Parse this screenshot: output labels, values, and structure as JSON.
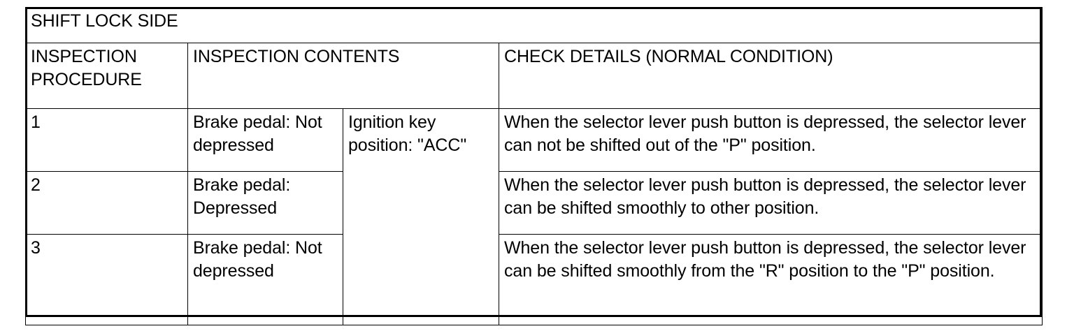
{
  "table": {
    "title": "SHIFT LOCK SIDE",
    "headers": {
      "procedure": "INSPECTION PROCEDURE",
      "contents": "INSPECTION CONTENTS",
      "check_details": "CHECK DETAILS (NORMAL CONDITION)"
    },
    "ignition_key_condition": "Ignition key position: \"ACC\"",
    "rows": [
      {
        "procedure": "1",
        "brake_pedal": "Brake pedal: Not depressed",
        "check_details": "When the selector lever push button is depressed, the selector lever can not be shifted out of the \"P\" position."
      },
      {
        "procedure": "2",
        "brake_pedal": "Brake pedal: Depressed",
        "check_details": "When the selector lever push button is depressed, the selector lever can be shifted smoothly to other position."
      },
      {
        "procedure": "3",
        "brake_pedal": "Brake pedal: Not depressed",
        "check_details": "When the selector lever push button is depressed, the selector lever can be shifted smoothly from the \"R\" position to the \"P\" position."
      }
    ]
  },
  "colors": {
    "border": "#000000",
    "text": "#000000",
    "background": "#ffffff"
  }
}
